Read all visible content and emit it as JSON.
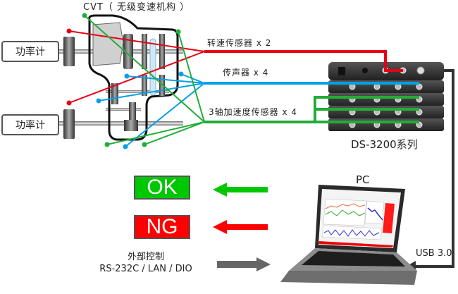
{
  "title": "CVT（ 无级变速机构 ）",
  "power_meters": [
    {
      "label": "功率计"
    },
    {
      "label": "功率计"
    }
  ],
  "sensors": [
    {
      "label": "转速传感器  x 2",
      "color": "#e60012"
    },
    {
      "label": "传声器  x 4",
      "color": "#00a0e9"
    },
    {
      "label": "3轴加速度传感器  x  4",
      "color": "#22ac38"
    }
  ],
  "device": {
    "label": "DS-3200系列"
  },
  "pc": {
    "label": "PC"
  },
  "connection": {
    "label": "USB 3.0"
  },
  "results": {
    "ok": {
      "label": "OK",
      "color": "#00c800"
    },
    "ng": {
      "label": "NG",
      "color": "#ff0000"
    }
  },
  "external_control": {
    "title": "外部控制",
    "interfaces": "RS-232C / LAN / DIO"
  },
  "colors": {
    "red_line": "#e60012",
    "blue_line": "#00a0e9",
    "green_line": "#22ac38",
    "usb_line": "#333333",
    "ext_arrow": "#666666"
  }
}
